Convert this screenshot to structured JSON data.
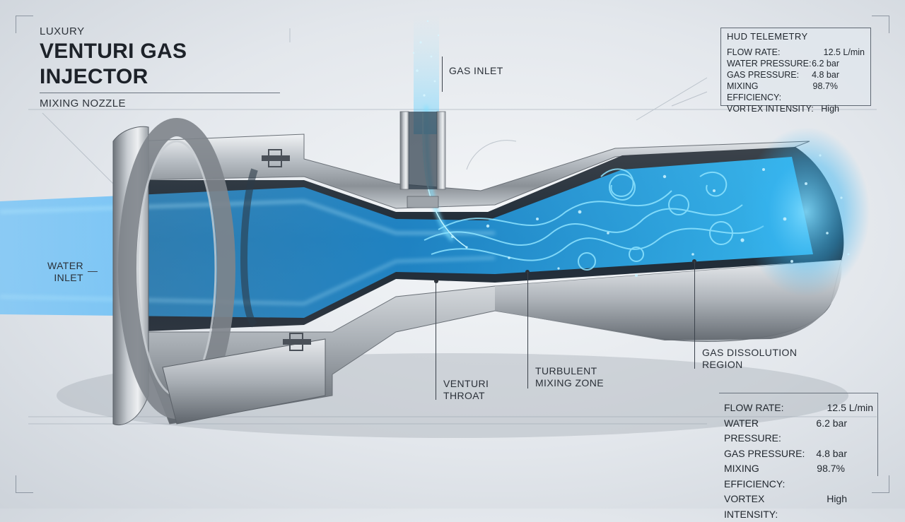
{
  "header": {
    "kicker": "LUXURY",
    "title": "VENTURI GAS INJECTOR",
    "subtitle": "MIXING NOZZLE"
  },
  "callouts": {
    "gas_inlet": "GAS INLET",
    "water_inlet_line1": "WATER",
    "water_inlet_line2": "INLET",
    "venturi_throat_line1": "VENTURI",
    "venturi_throat_line2": "THROAT",
    "turbulent_line1": "TURBULENT",
    "turbulent_line2": "MIXING ZONE",
    "dissolution_line1": "GAS DISSOLUTION",
    "dissolution_line2": "REGION"
  },
  "hud_top": {
    "title": "HUD TELEMETRY",
    "rows": [
      {
        "label": "FLOW RATE:",
        "value": "12.5 L/min"
      },
      {
        "label": "WATER PRESSURE:",
        "value": "6.2 bar"
      },
      {
        "label": "GAS PRESSURE:",
        "value": "4.8 bar"
      },
      {
        "label": "MIXING EFFICIENCY:",
        "value": "98.7%"
      },
      {
        "label": "VORTEX INTENSITY:",
        "value": "High"
      }
    ]
  },
  "hud_bottom": {
    "rows": [
      {
        "label": "FLOW RATE:",
        "value": "12.5 L/min"
      },
      {
        "label": "WATER PRESSURE:",
        "value": "6.2 bar"
      },
      {
        "label": "GAS PRESSURE:",
        "value": "4.8 bar"
      },
      {
        "label": "MIXING EFFICIENCY:",
        "value": "98.7%"
      },
      {
        "label": "VORTEX INTENSITY:",
        "value": "High"
      }
    ]
  },
  "colors": {
    "water_flow": "#1e9be8",
    "water_glow": "#6fd3ff",
    "metal_light": "#d9dde1",
    "metal_dark": "#6d737a",
    "line": "#3b424b"
  }
}
